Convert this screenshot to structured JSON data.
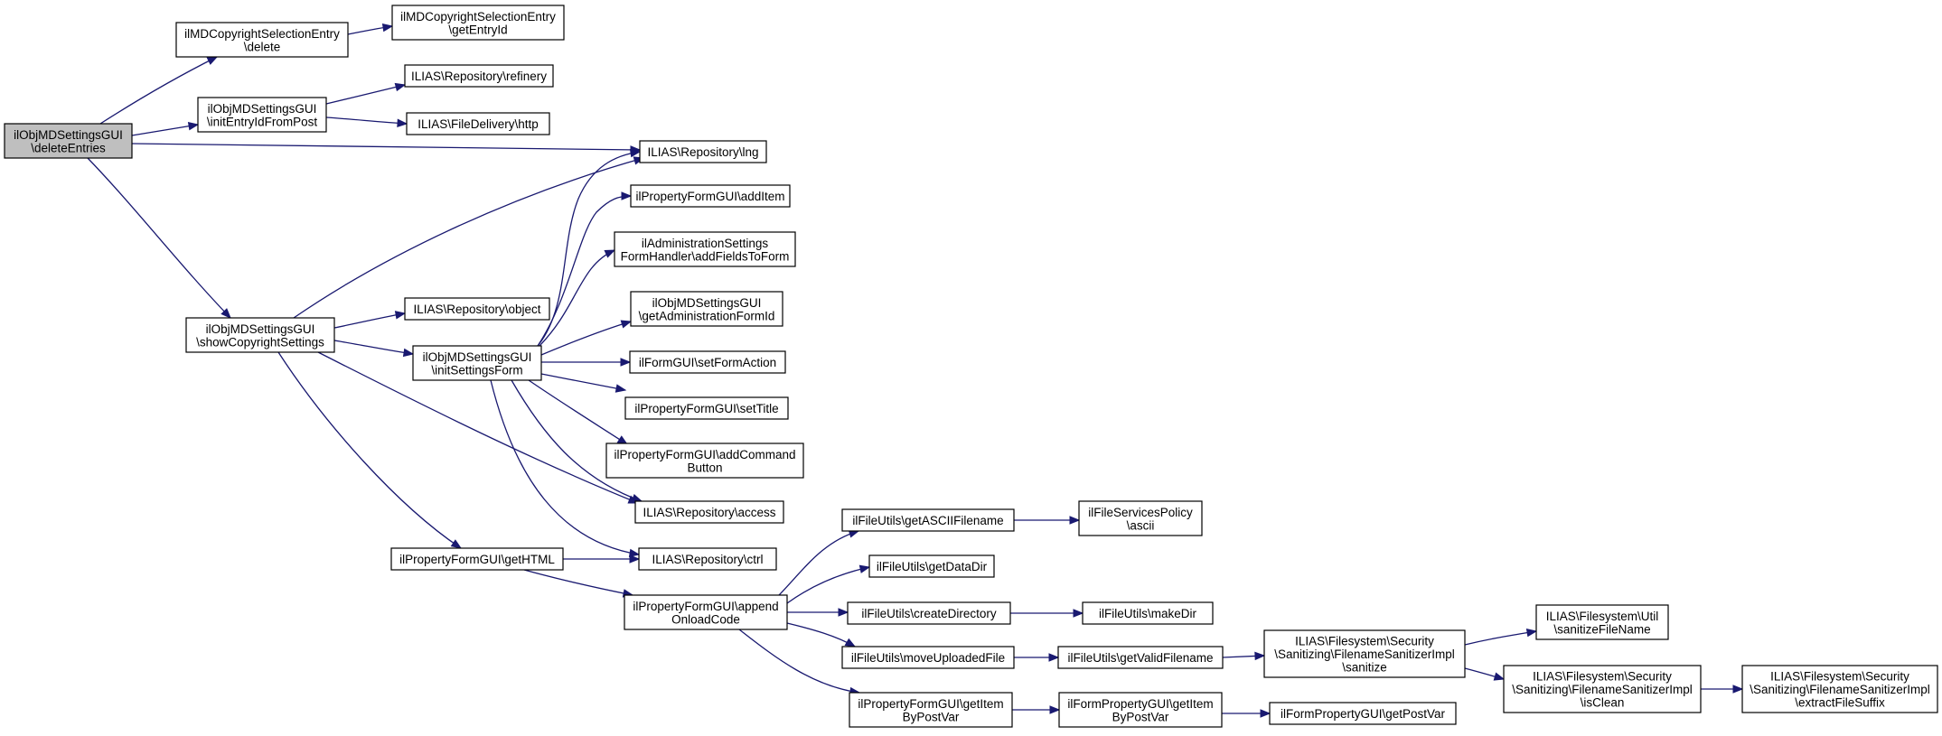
{
  "colors": {
    "edge": "#191970",
    "root_fill": "#bfbfbf",
    "node_fill": "#ffffff",
    "border": "#000000"
  },
  "nodes": {
    "deleteEntries": [
      "ilObjMDSettingsGUI",
      "\\deleteEntries"
    ],
    "copyDelete": [
      "ilMDCopyrightSelectionEntry",
      "\\delete"
    ],
    "getEntryId": [
      "ilMDCopyrightSelectionEntry",
      "\\getEntryId"
    ],
    "initEntryIdFromPost": [
      "ilObjMDSettingsGUI",
      "\\initEntryIdFromPost"
    ],
    "refinery": [
      "ILIAS\\Repository\\refinery"
    ],
    "http": [
      "ILIAS\\FileDelivery\\http"
    ],
    "lng": [
      "ILIAS\\Repository\\lng"
    ],
    "addItem": [
      "ilPropertyFormGUI\\addItem"
    ],
    "addFieldsToForm": [
      "ilAdministrationSettings",
      "FormHandler\\addFieldsToForm"
    ],
    "getAdministrationFormId": [
      "ilObjMDSettingsGUI",
      "\\getAdministrationFormId"
    ],
    "showCopyrightSettings": [
      "ilObjMDSettingsGUI",
      "\\showCopyrightSettings"
    ],
    "object": [
      "ILIAS\\Repository\\object"
    ],
    "initSettingsForm": [
      "ilObjMDSettingsGUI",
      "\\initSettingsForm"
    ],
    "setFormAction": [
      "ilFormGUI\\setFormAction"
    ],
    "setTitle": [
      "ilPropertyFormGUI\\setTitle"
    ],
    "addCommandButton": [
      "ilPropertyFormGUI\\addCommand",
      "Button"
    ],
    "access": [
      "ILIAS\\Repository\\access"
    ],
    "getHTML": [
      "ilPropertyFormGUI\\getHTML"
    ],
    "ctrl": [
      "ILIAS\\Repository\\ctrl"
    ],
    "getASCIIFilename": [
      "ilFileUtils\\getASCIIFilename"
    ],
    "ascii": [
      "ilFileServicesPolicy",
      "\\ascii"
    ],
    "getDataDir": [
      "ilFileUtils\\getDataDir"
    ],
    "appendOnloadCode": [
      "ilPropertyFormGUI\\append",
      "OnloadCode"
    ],
    "createDirectory": [
      "ilFileUtils\\createDirectory"
    ],
    "makeDir": [
      "ilFileUtils\\makeDir"
    ],
    "moveUploadedFile": [
      "ilFileUtils\\moveUploadedFile"
    ],
    "getValidFilename": [
      "ilFileUtils\\getValidFilename"
    ],
    "sanitize": [
      "ILIAS\\Filesystem\\Security",
      "\\Sanitizing\\FilenameSanitizerImpl",
      "\\sanitize"
    ],
    "sanitizeFileName": [
      "ILIAS\\Filesystem\\Util",
      "\\sanitizeFileName"
    ],
    "isClean": [
      "ILIAS\\Filesystem\\Security",
      "\\Sanitizing\\FilenameSanitizerImpl",
      "\\isClean"
    ],
    "extractFileSuffix": [
      "ILIAS\\Filesystem\\Security",
      "\\Sanitizing\\FilenameSanitizerImpl",
      "\\extractFileSuffix"
    ],
    "getItemByPostVar": [
      "ilPropertyFormGUI\\getItem",
      "ByPostVar"
    ],
    "formPropertyGetItemByPostVar": [
      "ilFormPropertyGUI\\getItem",
      "ByPostVar"
    ],
    "getPostVar": [
      "ilFormPropertyGUI\\getPostVar"
    ]
  }
}
